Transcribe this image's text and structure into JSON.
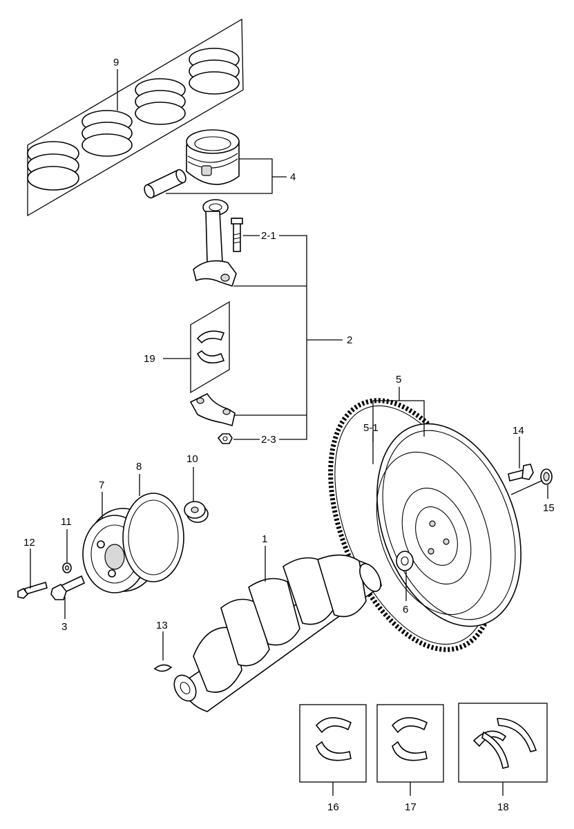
{
  "diagram": {
    "labels": {
      "piston_rings": "9",
      "piston_pin": "4",
      "conrod_bolt": "2-1",
      "connecting_rod": "2",
      "conrod_nut": "2-3",
      "conrod_bearing": "19",
      "flywheel": "5",
      "ring_gear": "5-1",
      "flywheel_bolt": "14",
      "seal": "15",
      "pilot_bearing": "6",
      "crankshaft": "1",
      "damper_pulley": "7",
      "pulley_plate": "8",
      "spacer": "10",
      "washer": "11",
      "bolt_long": "12",
      "pulley_bolt": "3",
      "woodruff_key": "13",
      "main_bearing_a": "16",
      "main_bearing_b": "17",
      "thrust_washer": "18"
    }
  }
}
